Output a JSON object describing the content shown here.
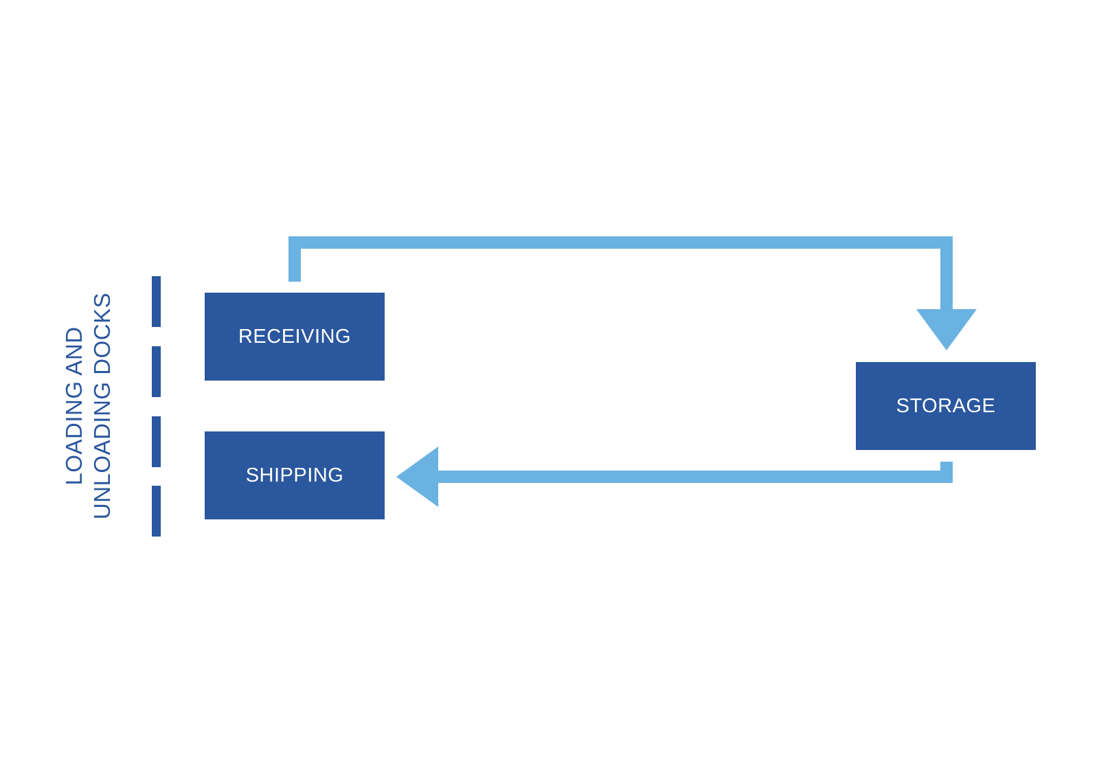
{
  "diagram": {
    "docks_label_line1": "LOADING AND",
    "docks_label_line2": "UNLOADING DOCKS",
    "nodes": {
      "receiving": "RECEIVING",
      "storage": "STORAGE",
      "shipping": "SHIPPING"
    },
    "flows": [
      {
        "from": "RECEIVING",
        "to": "STORAGE"
      },
      {
        "from": "STORAGE",
        "to": "SHIPPING"
      }
    ],
    "colors": {
      "box": "#2a579d",
      "arrow": "#6ab2e2",
      "box_text": "#ffffff",
      "background": "#ffffff"
    }
  }
}
